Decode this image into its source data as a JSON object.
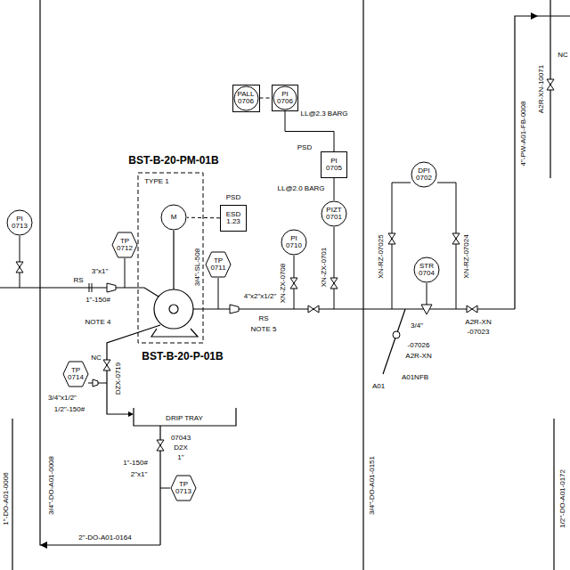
{
  "diagram": {
    "nodes": [
      {
        "text": [
          "PI",
          "0713"
        ]
      },
      {
        "text": [
          "TP",
          "0712"
        ]
      },
      {
        "text": [
          "M"
        ]
      },
      {
        "text": [
          "ESD",
          "1.23"
        ]
      },
      {
        "text": [
          "TP",
          "0711"
        ]
      },
      {
        "text": [
          "PI",
          "0710"
        ]
      },
      {
        "text": [
          "PALL",
          "0706"
        ]
      },
      {
        "text": [
          "PI",
          "0706"
        ]
      },
      {
        "text": [
          "PI",
          "0705"
        ]
      },
      {
        "text": [
          "PIZT",
          "0701"
        ]
      },
      {
        "text": [
          "DPI",
          "0702"
        ]
      },
      {
        "text": [
          "STR",
          "0704"
        ]
      },
      {
        "text": [
          "TP",
          "0714"
        ]
      },
      {
        "text": [
          "TP",
          "0713"
        ]
      }
    ],
    "edges": [
      {
        "from": 6,
        "to": 7,
        "arrow": "none"
      },
      {
        "from": 7,
        "to": 8,
        "arrow": "none"
      },
      {
        "from": 8,
        "to": 9,
        "arrow": "none"
      },
      {
        "from": 3,
        "to": 2,
        "arrow": "none"
      }
    ],
    "labels": [
      "BST-B-20-PM-01B",
      "TYPE 1",
      "PSD",
      "3\"x1\"",
      "RS",
      "1\"-150#",
      "NOTE 4",
      "4\"x2\"x1/2\"",
      "RS",
      "NOTE 5",
      "BST-B-20-P-01B",
      "LL@2.3 BARG",
      "PSD",
      "LL@2.0 BARG",
      "XN-ZX-0708",
      "XN-ZX-0701",
      "XN-RZ-07025",
      "XN-RZ-07024",
      "A2R-XN",
      "-07023",
      "-07026",
      "A2R-XN",
      "3/4\"",
      "A01NFB",
      "A01",
      "NC",
      "DZX-0719",
      "3/4\"x1/2\"",
      "1/2\"-150#",
      "DRIP TRAY",
      "07043",
      "D2X",
      "1\"",
      "1\"-150#",
      "2\"x1\"",
      "3/4\"-DO-A01-0008",
      "2\"-DO-A01-0164",
      "3/4\"-DO-A01-0151",
      "1\"-DO-A01-0006",
      "1/2\"-DO-A01-0172",
      "4\"-PW-A01-FB-0008",
      "NC",
      "A2R-XN-10071",
      "3/4\"-SL-508"
    ]
  }
}
